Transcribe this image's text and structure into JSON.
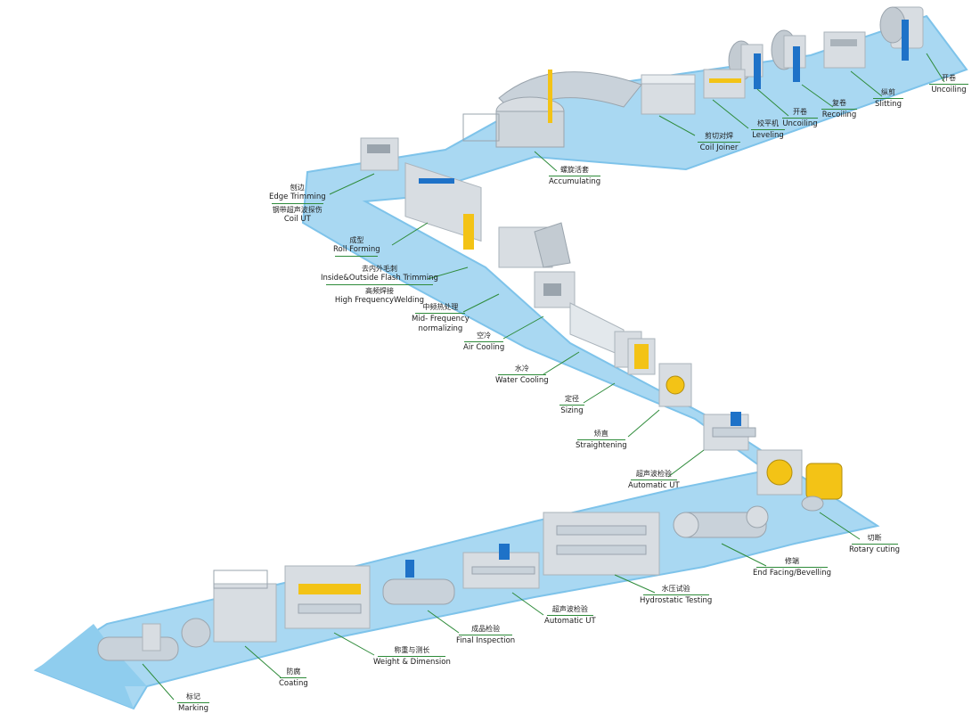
{
  "colors": {
    "floor": "#a9d8f2",
    "floor_edge": "#7ec3ea",
    "machine": "#d8dde2",
    "machine_dark": "#aab3bb",
    "pipe": "#c9d2da",
    "yellow": "#f3c316",
    "blue_part": "#1e72c8",
    "leader": "#2e8b3a"
  },
  "stations": [
    {
      "id": "uncoiling-1",
      "cn": "开卷",
      "en": "Uncoiling"
    },
    {
      "id": "slitting",
      "cn": "纵剪",
      "en": "Slitting"
    },
    {
      "id": "recoiling",
      "cn": "复卷",
      "en": "Recoiling"
    },
    {
      "id": "uncoiling-2",
      "cn": "开卷",
      "en": "Uncoiling"
    },
    {
      "id": "leveling",
      "cn": "校平机",
      "en": "Leveling"
    },
    {
      "id": "coil-joiner",
      "cn": "剪切对焊",
      "en": "Coil Joiner"
    },
    {
      "id": "accumulating",
      "cn": "螺旋活套",
      "en": "Accumulating"
    },
    {
      "id": "edge-trimming",
      "cn": "刨边",
      "en": "Edge Trimming"
    },
    {
      "id": "coil-ut",
      "cn": "钢带超声波探伤",
      "en": "Coil UT"
    },
    {
      "id": "roll-forming",
      "cn": "成型",
      "en": "Roll Forming"
    },
    {
      "id": "flash-trimming",
      "cn": "去内外毛刺",
      "en": "Inside&Outside  Flash Trimming"
    },
    {
      "id": "hf-welding",
      "cn": "高频焊接",
      "en": "High FrequencyWelding"
    },
    {
      "id": "mf-normalizing",
      "cn": "中频热处理",
      "en": "Mid- Frequency",
      "en2": "normalizing"
    },
    {
      "id": "air-cooling",
      "cn": "空冷",
      "en": "Air Cooling"
    },
    {
      "id": "water-cooling",
      "cn": "水冷",
      "en": "Water Cooling"
    },
    {
      "id": "sizing",
      "cn": "定径",
      "en": "Sizing"
    },
    {
      "id": "straightening",
      "cn": "矫直",
      "en": "Straightening"
    },
    {
      "id": "automatic-ut-1",
      "cn": "超声波检验",
      "en": "Automatic UT"
    },
    {
      "id": "rotary-cuting",
      "cn": "切断",
      "en": "Rotary cuting"
    },
    {
      "id": "end-facing",
      "cn": "修端",
      "en": "End Facing/Bevelling"
    },
    {
      "id": "hydrostatic-testing",
      "cn": "水压试验",
      "en": "Hydrostatic Testing"
    },
    {
      "id": "automatic-ut-2",
      "cn": "超声波检验",
      "en": "Automatic UT"
    },
    {
      "id": "final-inspection",
      "cn": "成品检验",
      "en": "Final Inspection"
    },
    {
      "id": "weight-dimension",
      "cn": "称重与测长",
      "en": "Weight & Dimension"
    },
    {
      "id": "coating",
      "cn": "防腐",
      "en": "Coating"
    },
    {
      "id": "marking",
      "cn": "标记",
      "en": "Marking"
    }
  ]
}
